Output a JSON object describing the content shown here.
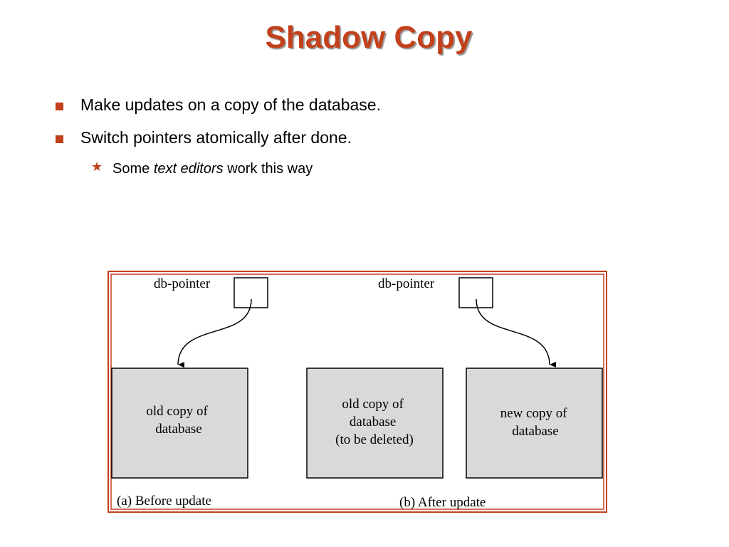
{
  "title": "Shadow Copy",
  "bullets": [
    {
      "text": "Make updates on a copy of the database."
    },
    {
      "text": "Switch pointers atomically after done."
    }
  ],
  "sub_bullet": {
    "before": "Some",
    "emphasis": "text editors",
    "after": "work this way"
  },
  "figure": {
    "left": {
      "pointer_label": "db-pointer",
      "box_lines": [
        "old copy of",
        "database"
      ],
      "caption": "(a) Before update"
    },
    "right": {
      "pointer_label": "db-pointer",
      "old_box_lines": [
        "old copy of",
        "database",
        "(to be deleted)"
      ],
      "new_box_lines": [
        "new copy of",
        "database"
      ],
      "caption": "(b) After update"
    },
    "colors": {
      "frame": "#c2401b",
      "box_fill": "#d9d9d9"
    }
  }
}
